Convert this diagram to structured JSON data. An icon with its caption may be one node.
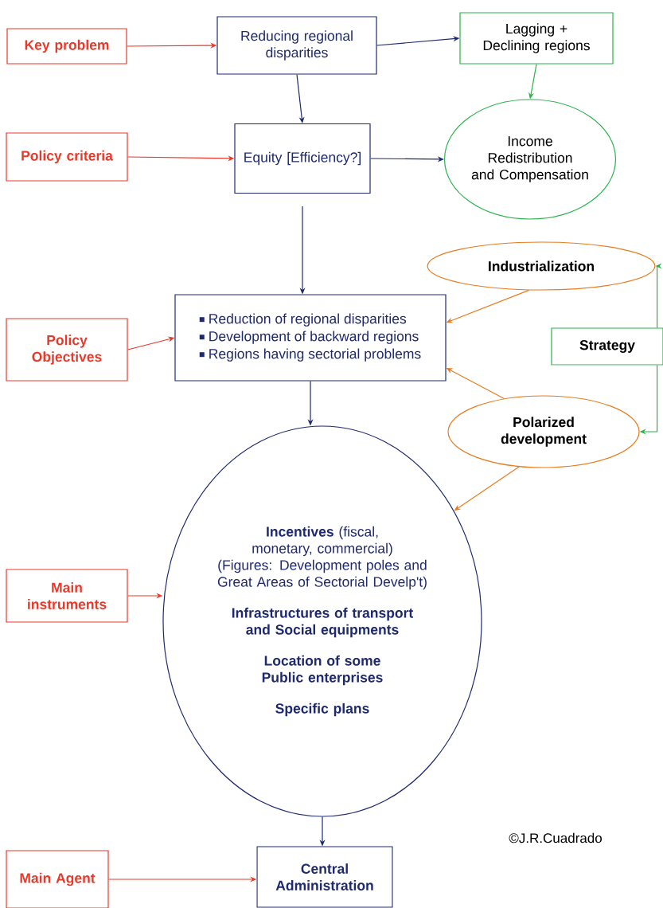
{
  "diagram": {
    "nodes": [
      {
        "text": [
          "Key problem"
        ]
      },
      {
        "text": [
          "Reducing regional disparities"
        ]
      },
      {
        "text": [
          "Lagging + Declining regions"
        ]
      },
      {
        "text": [
          "Policy criteria"
        ]
      },
      {
        "text": [
          "Equity [Efficiency?]"
        ]
      },
      {
        "text": [
          "Income Redistribution and Compensation"
        ]
      },
      {
        "text": [
          "Industrialization"
        ]
      },
      {
        "text": [
          "Policy Objectives"
        ]
      },
      {
        "text": [
          "Reduction of regional disparities",
          "Development of backward regions",
          "Regions having sectorial problems"
        ]
      },
      {
        "text": [
          "Strategy"
        ]
      },
      {
        "text": [
          "Polarized development"
        ]
      },
      {
        "text": [
          "**Incentives** (fiscal, monetary, commercial)",
          "(Figures: Development poles and Great Areas of Sectorial Develp't)",
          "Infrastructures of transport and Social equipments",
          "Location of some Public enterprises",
          "Specific plans"
        ]
      },
      {
        "text": [
          "Main instruments"
        ]
      },
      {
        "text": [
          "Main Agent"
        ]
      },
      {
        "text": [
          "Central Administration"
        ]
      }
    ],
    "edges": [
      {
        "from": 0,
        "to": 1,
        "arrow": "to",
        "color": "#e8392a"
      },
      {
        "from": 1,
        "to": 2,
        "arrow": "to"
      },
      {
        "from": 2,
        "to": 5,
        "arrow": "to",
        "color": "#2bb24c"
      },
      {
        "from": 1,
        "to": 4,
        "arrow": "to"
      },
      {
        "from": 3,
        "to": 4,
        "arrow": "to",
        "color": "#e8392a"
      },
      {
        "from": 4,
        "to": 5,
        "arrow": "to"
      },
      {
        "from": 4,
        "to": 8,
        "arrow": "to"
      },
      {
        "from": 7,
        "to": 8,
        "arrow": "to",
        "color": "#e8392a"
      },
      {
        "from": 6,
        "to": 8,
        "arrow": "to",
        "color": "#e87b1e"
      },
      {
        "from": 10,
        "to": 8,
        "arrow": "to",
        "color": "#e87b1e"
      },
      {
        "from": 9,
        "to": 6,
        "arrow": "to",
        "color": "#2bb24c"
      },
      {
        "from": 9,
        "to": 10,
        "arrow": "to",
        "color": "#2bb24c"
      },
      {
        "from": 8,
        "to": 11,
        "arrow": "to"
      },
      {
        "from": 10,
        "to": 11,
        "arrow": "to",
        "color": "#e87b1e"
      },
      {
        "from": 12,
        "to": 11,
        "arrow": "to",
        "color": "#e8392a"
      },
      {
        "from": 11,
        "to": 14,
        "arrow": "to"
      },
      {
        "from": 13,
        "to": 14,
        "arrow": "to",
        "color": "#e8392a"
      }
    ],
    "labels": [
      "©J.R.Cuadrado"
    ]
  }
}
